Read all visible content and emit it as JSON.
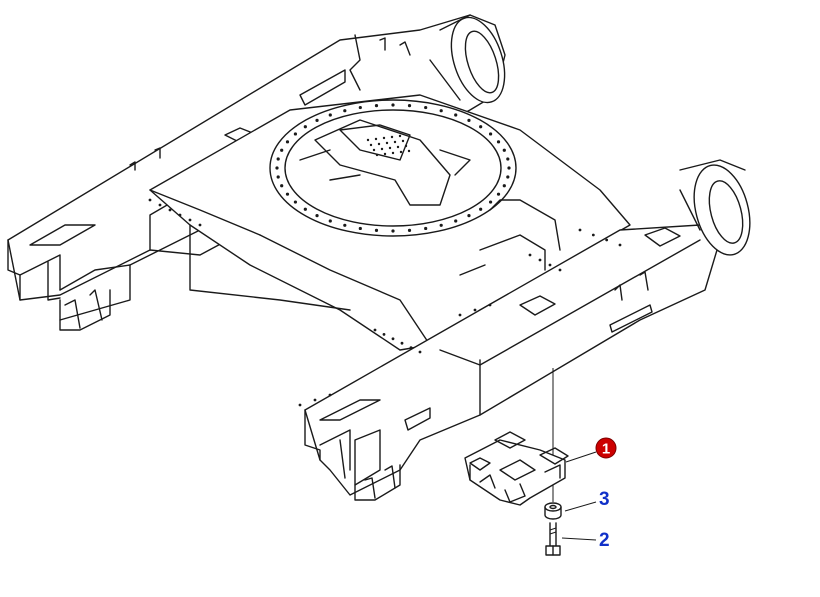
{
  "callouts": [
    {
      "label": "1",
      "color": "#cc0000",
      "style": "filled-circle"
    },
    {
      "label": "3",
      "color": "#1030c8",
      "style": "text"
    },
    {
      "label": "2",
      "color": "#1030c8",
      "style": "text"
    }
  ],
  "colors": {
    "line": "#1a1a1a",
    "background": "#ffffff"
  }
}
